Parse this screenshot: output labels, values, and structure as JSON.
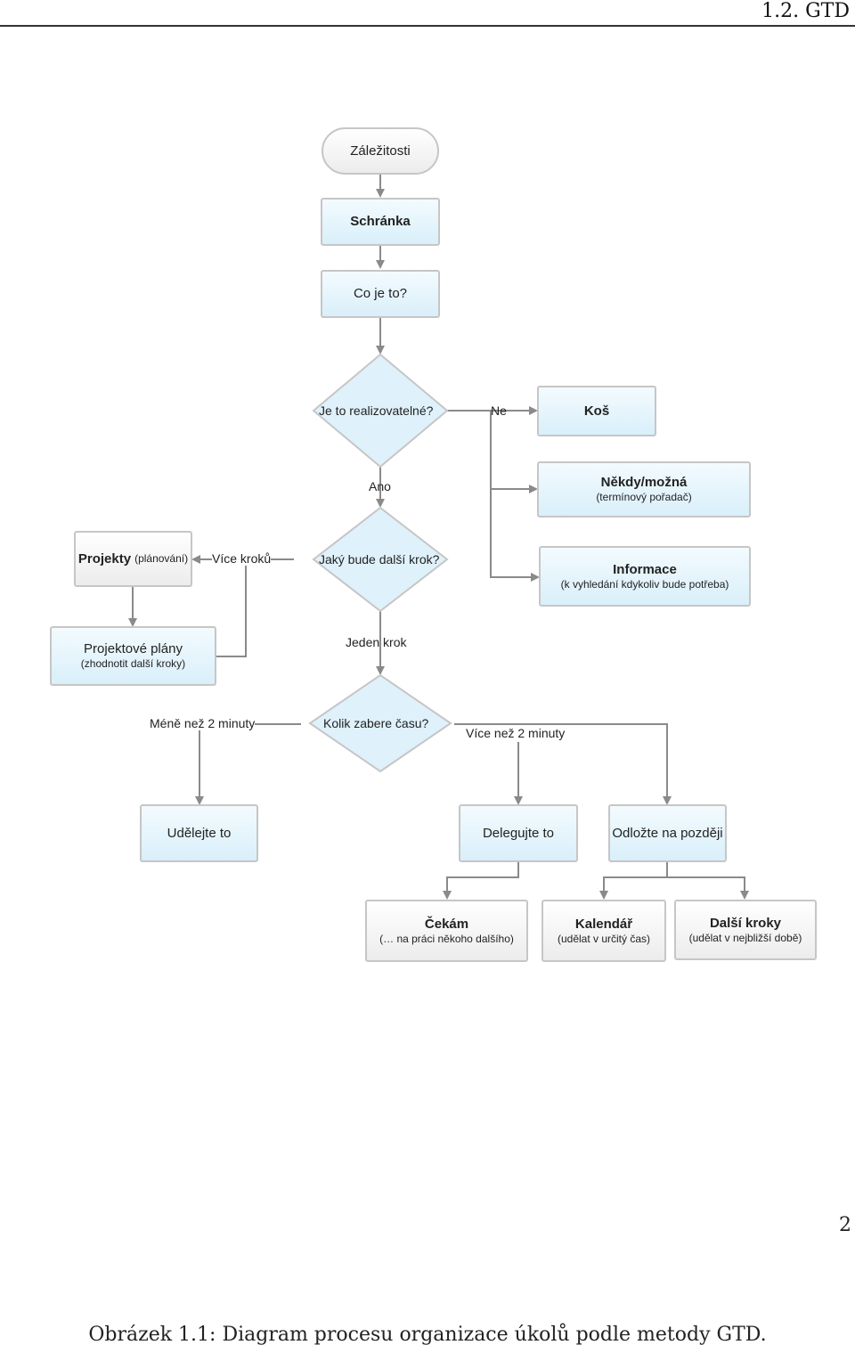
{
  "header": {
    "running_head": "1.2. GTD"
  },
  "page_number": "2",
  "caption": "Obrázek 1.1: Diagram procesu organizace úkolů podle metody GTD.",
  "colors": {
    "box_fill": "#dff1fb",
    "box_border": "#c6c6c6",
    "connector": "#8a8a8a"
  },
  "diagram": {
    "nodes": {
      "zalezitosti": "Záležitosti",
      "schranka": "Schránka",
      "co_je_to": "Co je to?",
      "realizovatelne": "Je to realizovatelné?",
      "kos": "Koš",
      "nekdy": {
        "title": "Někdy/možná",
        "subtitle": "(termínový pořadač)"
      },
      "dalsi_krok": "Jaký bude další krok?",
      "projekty": {
        "title": "Projekty",
        "subtitle": "(plánování)"
      },
      "informace": {
        "title": "Informace",
        "subtitle": "(k vyhledání kdykoliv bude potřeba)"
      },
      "projektove_plany": {
        "title": "Projektové plány",
        "subtitle": "(zhodnotit další kroky)"
      },
      "kolik_casu": "Kolik zabere času?",
      "udelejte": "Udělejte to",
      "delegujte": "Delegujte to",
      "odlozte": "Odložte na později",
      "cekam": {
        "title": "Čekám",
        "subtitle": "(… na práci někoho dalšího)"
      },
      "kalendar": {
        "title": "Kalendář",
        "subtitle": "(udělat v určitý čas)"
      },
      "dalsi_kroky": {
        "title": "Další kroky",
        "subtitle": "(udělat v nejbližší době)"
      }
    },
    "edge_labels": {
      "ne": "Ne",
      "ano": "Ano",
      "vice_kroku": "Více kroků",
      "jeden_krok": "Jeden krok",
      "mene_2": "Méně než 2 minuty",
      "vice_2": "Více než 2 minuty"
    }
  }
}
